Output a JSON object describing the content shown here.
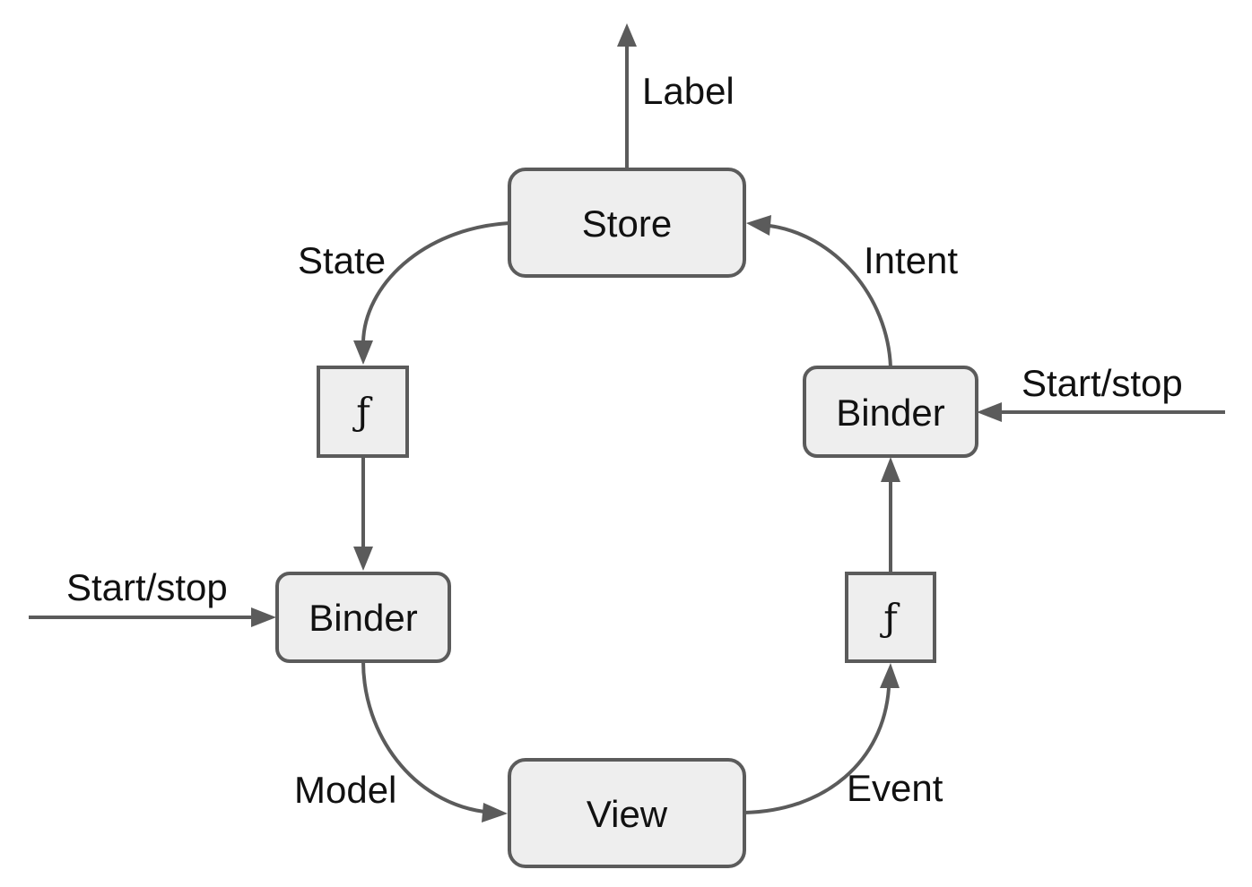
{
  "diagram": {
    "nodes": {
      "store": "Store",
      "view": "View",
      "binder_left": "Binder",
      "binder_right": "Binder",
      "func_left": "ƒ",
      "func_right": "ƒ"
    },
    "edges": {
      "label_out": "Label",
      "state": "State",
      "intent": "Intent",
      "model": "Model",
      "event": "Event",
      "start_stop_left": "Start/stop",
      "start_stop_right": "Start/stop"
    },
    "colors": {
      "stroke": "#5b5b5b",
      "node_fill": "#eeeeee",
      "text": "#111111"
    }
  }
}
